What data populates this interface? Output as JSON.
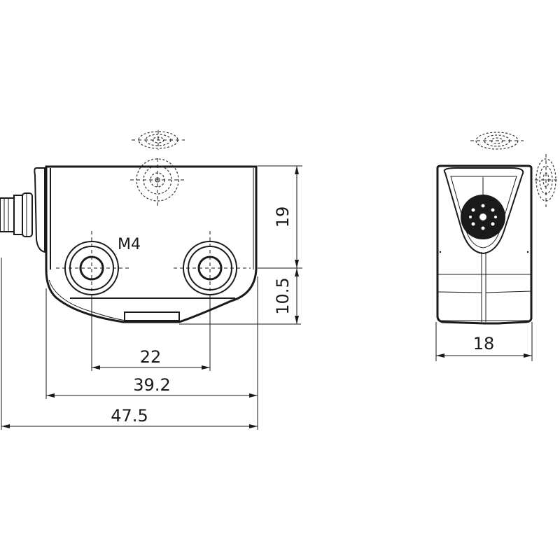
{
  "drawing": {
    "type": "technical dimension drawing",
    "front_view": {
      "thread_label": "M4",
      "dimensions": {
        "hole_spacing": "22",
        "body_width": "39.2",
        "overall_width": "47.5",
        "height_upper": "19",
        "height_lower": "10.5"
      }
    },
    "side_view": {
      "dimensions": {
        "width": "18"
      }
    },
    "colors": {
      "line": "#1a1a1a",
      "background": "#ffffff"
    }
  }
}
